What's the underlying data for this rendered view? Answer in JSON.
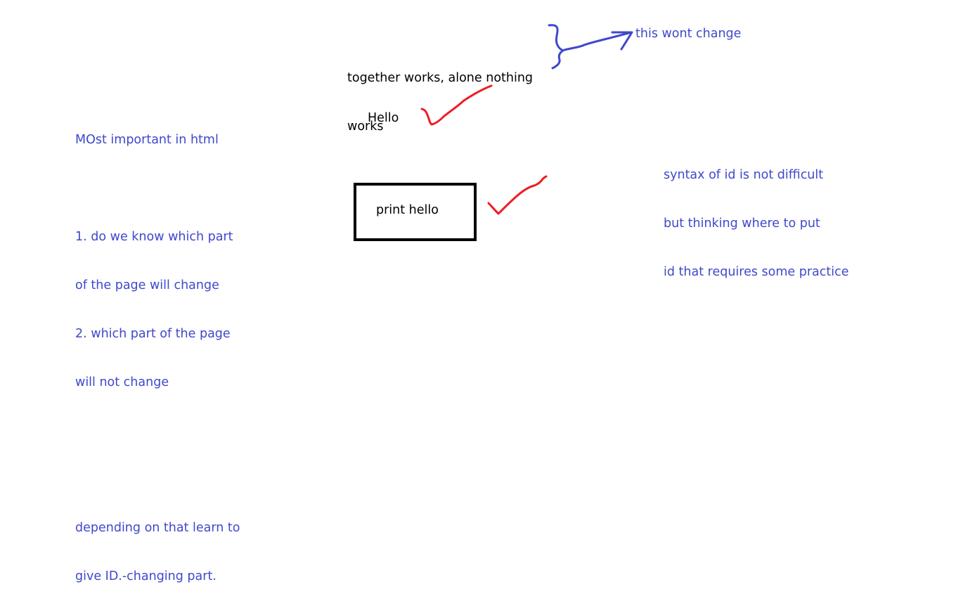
{
  "colors": {
    "background": "#ffffff",
    "blue_ink": "#3f48cc",
    "red_ink": "#ed1c24",
    "black_ink": "#000000"
  },
  "notes_left": {
    "heading": "MOst important in html",
    "q1_line1": "1. do we know which part",
    "q1_line2": "of the page will change",
    "q2_line1": "2. which part of the page",
    "q2_line2": "will not change",
    "conclusion_line1": "depending on that learn to",
    "conclusion_line2": "give ID.-changing part."
  },
  "center": {
    "together_line1": "together works, alone nothing",
    "together_line2": "works",
    "hello": "Hello",
    "print_hello": "print hello"
  },
  "annotations": {
    "this_wont_change": "this wont change",
    "syntax_line1": "syntax of id is not difficult",
    "syntax_line2": "but thinking where to put",
    "syntax_line3": "id that requires some practice"
  },
  "icons": {
    "brace": "curly-brace-icon",
    "arrow": "arrow-right-icon",
    "check_hello": "checkmark-icon",
    "check_print": "checkmark-icon"
  }
}
